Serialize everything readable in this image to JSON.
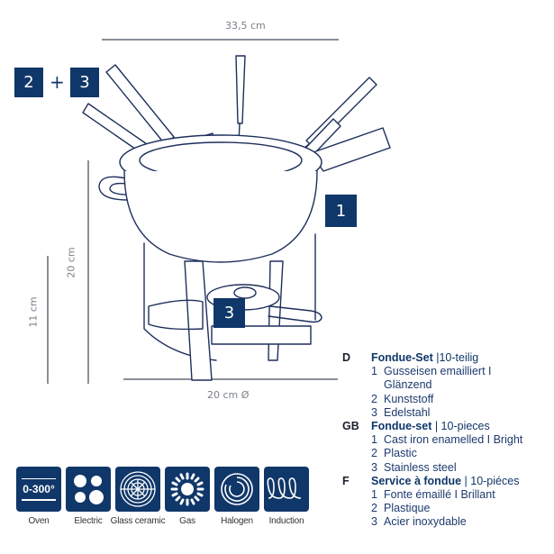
{
  "dimensions": {
    "width": "33,5 cm",
    "height_total": "20 cm",
    "height_stand": "11 cm",
    "diameter": "20 cm Ø"
  },
  "badges": {
    "forks_a": "2",
    "plus": "+",
    "forks_b": "3",
    "pot": "1",
    "burner": "3"
  },
  "colors": {
    "brand": "#103769",
    "dimension_line": "#8a9098",
    "text_dark": "#1a1f2e"
  },
  "descriptions": [
    {
      "code": "D",
      "title": "Fondue-Set",
      "subtitle": " |10-teilig",
      "items": [
        {
          "num": "1",
          "text": "Gusseisen emailliert I Glänzend"
        },
        {
          "num": "2",
          "text": "Kunststoff"
        },
        {
          "num": "3",
          "text": "Edelstahl"
        }
      ]
    },
    {
      "code": "GB",
      "title": "Fondue-set",
      "subtitle": " | 10-pieces",
      "items": [
        {
          "num": "1",
          "text": "Cast iron enamelled I Bright"
        },
        {
          "num": "2",
          "text": "Plastic"
        },
        {
          "num": "3",
          "text": "Stainless steel"
        }
      ]
    },
    {
      "code": "F",
      "title": "Service à fondue",
      "subtitle": " | 10-piéces",
      "items": [
        {
          "num": "1",
          "text": "Fonte émaillé I Brillant"
        },
        {
          "num": "2",
          "text": "Plastique"
        },
        {
          "num": "3",
          "text": "Acier inoxydable"
        }
      ]
    }
  ],
  "heat_sources": [
    {
      "icon": "oven-icon",
      "label": "Oven",
      "value": "0-300°"
    },
    {
      "icon": "electric-icon",
      "label": "Electric"
    },
    {
      "icon": "glass-ceramic-icon",
      "label": "Glass ceramic"
    },
    {
      "icon": "gas-icon",
      "label": "Gas"
    },
    {
      "icon": "halogen-icon",
      "label": "Halogen"
    },
    {
      "icon": "induction-icon",
      "label": "Induction"
    }
  ]
}
